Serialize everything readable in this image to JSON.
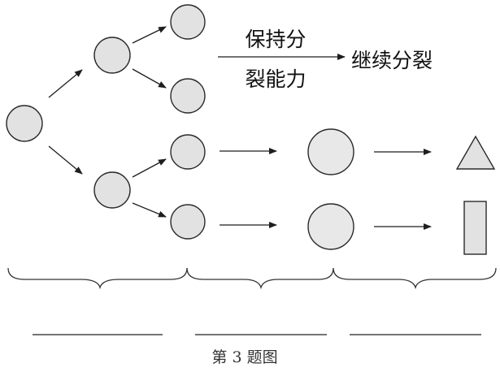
{
  "labels": {
    "condition_top": "保持分",
    "condition_bottom": "裂能力",
    "result": "继续分裂"
  },
  "caption": "第 3 题图",
  "answer_blanks": [
    "",
    "",
    ""
  ],
  "colors": {
    "cell_fill": "#e2e2e2",
    "stroke": "#2a2a2a",
    "background": "#ffffff"
  }
}
